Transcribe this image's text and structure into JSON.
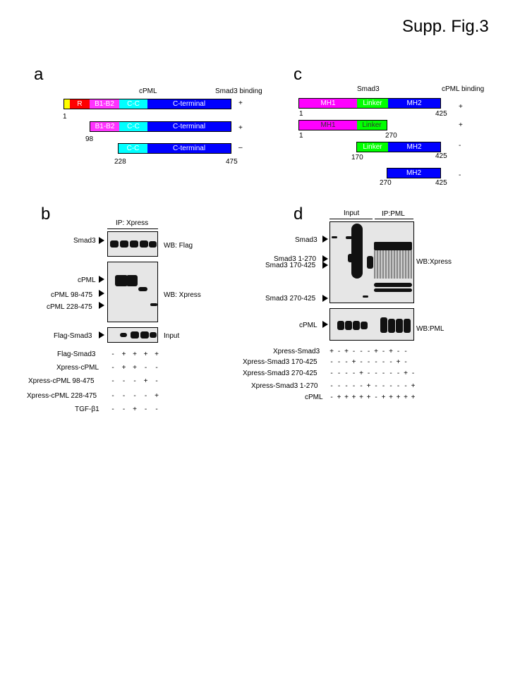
{
  "figure_title": "Supp. Fig.3",
  "panels": {
    "a": "a",
    "b": "b",
    "c": "c",
    "d": "d"
  },
  "panel_a": {
    "header_protein": "cPML",
    "header_binding": "Smad3 binding",
    "constructs": [
      {
        "segments": [
          "",
          "R",
          "B1-B2",
          "C-C",
          "C-terminal"
        ],
        "start": "1",
        "end": "",
        "binding": "+"
      },
      {
        "segments": [
          "B1-B2",
          "C-C",
          "C-terminal"
        ],
        "start": "98",
        "end": "",
        "binding": "+"
      },
      {
        "segments": [
          "C-C",
          "C-terminal"
        ],
        "start": "228",
        "end": "475",
        "binding": "–"
      }
    ]
  },
  "panel_c": {
    "header_protein": "Smad3",
    "header_binding": "cPML binding",
    "constructs": [
      {
        "segments": [
          "MH1",
          "Linker",
          "MH2"
        ],
        "start": "1",
        "end": "425",
        "binding": "+"
      },
      {
        "segments": [
          "MH1",
          "Linker"
        ],
        "start": "1",
        "end": "270",
        "binding": "+"
      },
      {
        "segments": [
          "Linker",
          "MH2"
        ],
        "start": "170",
        "end": "425",
        "binding": "-"
      },
      {
        "segments": [
          "MH2"
        ],
        "start": "270",
        "end": "425",
        "binding": "-"
      }
    ]
  },
  "panel_b": {
    "ip_label": "IP: Xpress",
    "blot1": {
      "bands": [
        "Smad3"
      ],
      "wb": "WB: Flag"
    },
    "blot2": {
      "bands": [
        "cPML",
        "cPML 98-475",
        "cPML 228-475"
      ],
      "wb": "WB: Xpress"
    },
    "blot3": {
      "bands": [
        "Flag-Smad3"
      ],
      "wb": "Input"
    },
    "rows": [
      {
        "label": "Flag-Smad3",
        "signs": [
          "-",
          "+",
          "+",
          "+",
          "+"
        ]
      },
      {
        "label": "Xpress-cPML",
        "signs": [
          "-",
          "+",
          "+",
          "-",
          "-"
        ]
      },
      {
        "label": "Xpress-cPML 98-475",
        "signs": [
          "-",
          "-",
          "-",
          "+",
          "-"
        ]
      },
      {
        "label": "Xpress-cPML 228-475",
        "signs": [
          "-",
          "-",
          "-",
          "-",
          "+"
        ]
      },
      {
        "label": "TGF-β1",
        "signs": [
          "-",
          "-",
          "+",
          "-",
          "-"
        ]
      }
    ]
  },
  "panel_d": {
    "input_label": "Input",
    "ip_label": "IP:PML",
    "blot1": {
      "bands": [
        "Smad3",
        "Smad3 1-270",
        "Smad3 170-425",
        "Smad3 270-425"
      ],
      "wb": "WB:Xpress"
    },
    "blot2": {
      "bands": [
        "cPML"
      ],
      "wb": "WB:PML"
    },
    "rows": [
      {
        "label": "Xpress-Smad3",
        "signs": [
          "+",
          "-",
          "+",
          "-",
          "-",
          "-",
          "+",
          "-",
          "+",
          "-",
          "-"
        ]
      },
      {
        "label": "Xpress-Smad3 170-425",
        "signs": [
          "-",
          "-",
          "-",
          "+",
          "-",
          "-",
          "-",
          "-",
          "-",
          "+",
          "-"
        ]
      },
      {
        "label": "Xpress-Smad3 270-425",
        "signs": [
          "-",
          "-",
          "-",
          "-",
          "+",
          "-",
          "-",
          "-",
          "-",
          "-",
          "+",
          "-"
        ]
      },
      {
        "label": "Xpress-Smad3 1-270",
        "signs": [
          "-",
          "-",
          "-",
          "-",
          "-",
          "+",
          "-",
          "-",
          "-",
          "-",
          "-",
          "+"
        ]
      },
      {
        "label": "cPML",
        "signs": [
          "-",
          "+",
          "+",
          "+",
          "+",
          "+",
          "-",
          "+",
          "+",
          "+",
          "+",
          "+"
        ]
      }
    ]
  },
  "colors": {
    "R": "#ff0000",
    "N": "#ffff00",
    "B1-B2": "#ff33ff",
    "C-C": "#00ffff",
    "C-terminal": "#0000ff",
    "MH1": "#ff00ff",
    "Linker": "#00ff00",
    "MH2": "#0000ff"
  }
}
